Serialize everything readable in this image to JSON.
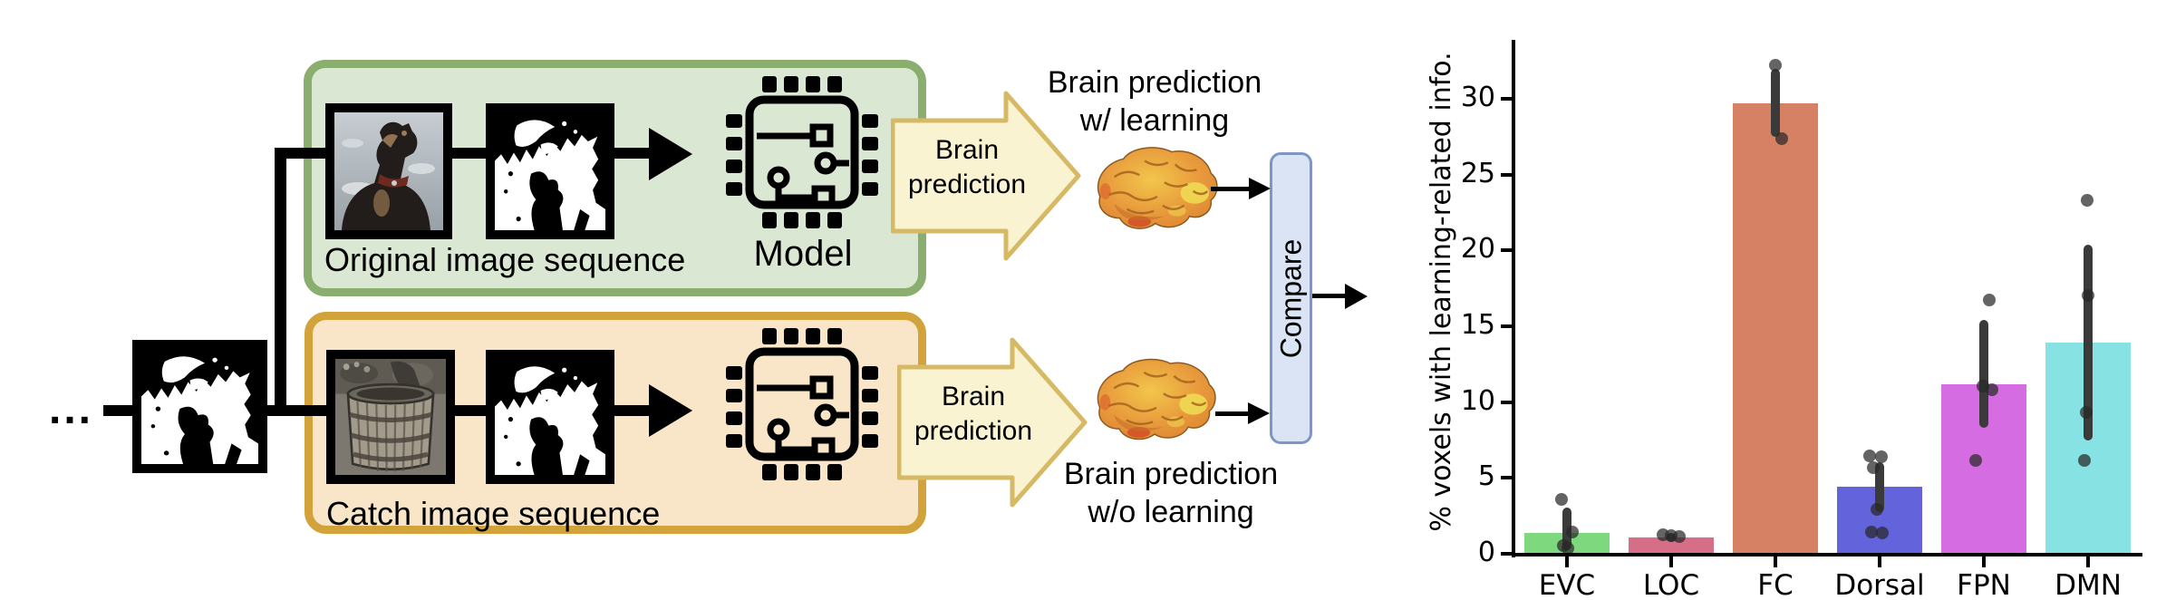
{
  "colors": {
    "original_border": "#8aae6d",
    "original_fill": "#dae8d3",
    "catch_border": "#d2a33b",
    "catch_fill": "#f9e6c9",
    "arrow_fill": "#faf3d1",
    "arrow_border": "#d6b965",
    "compare_fill": "#dbe4f5",
    "compare_border": "#7d97c5"
  },
  "diagram": {
    "ellipsis": "...",
    "original_box": {
      "label": "Original image sequence",
      "model_label": "Model"
    },
    "catch_box": {
      "label": "Catch image sequence"
    },
    "arrow_top": {
      "line1": "Brain",
      "line2": "prediction"
    },
    "arrow_bottom": {
      "line1": "Brain",
      "line2": "prediction"
    },
    "heading_top": {
      "line1": "Brain prediction",
      "line2": "w/ learning"
    },
    "heading_bottom": {
      "line1": "Brain prediction",
      "line2": "w/o learning"
    },
    "compare_label": "Compare"
  },
  "chart_data": {
    "type": "bar",
    "title": "",
    "xlabel": "",
    "ylabel": "% voxels with learning-related info.",
    "categories": [
      "EVC",
      "LOC",
      "FC",
      "Dorsal",
      "FPN",
      "DMN"
    ],
    "values": [
      1.4,
      1.1,
      29.7,
      4.4,
      11.2,
      13.9
    ],
    "bar_colors": [
      "#7ed87e",
      "#d56e86",
      "#d68064",
      "#6363dc",
      "#d66ce2",
      "#87e3e3"
    ],
    "error_bars": [
      [
        0.25,
        3.05
      ],
      [
        0.8,
        1.35
      ],
      [
        27.5,
        32.0
      ],
      [
        2.76,
        6.05
      ],
      [
        8.3,
        15.4
      ],
      [
        7.5,
        20.4
      ]
    ],
    "points": [
      [
        [
          3.58,
          -6
        ],
        [
          1.43,
          6
        ],
        [
          0.55,
          -4
        ],
        [
          0.35,
          1
        ]
      ],
      [
        [
          1.26,
          -9
        ],
        [
          1.18,
          0
        ],
        [
          1.13,
          9
        ]
      ],
      [
        [
          32.2,
          0
        ],
        [
          27.4,
          7
        ]
      ],
      [
        [
          6.45,
          -11
        ],
        [
          6.42,
          2
        ],
        [
          5.65,
          -7
        ],
        [
          2.95,
          -3
        ],
        [
          1.45,
          -9
        ],
        [
          1.35,
          3
        ]
      ],
      [
        [
          16.75,
          6
        ],
        [
          11.05,
          -1
        ],
        [
          10.8,
          9
        ],
        [
          6.15,
          -9
        ]
      ],
      [
        [
          23.3,
          -1
        ],
        [
          17.05,
          0
        ],
        [
          9.3,
          -2
        ],
        [
          6.15,
          -4
        ]
      ]
    ],
    "yticks": [
      0,
      5,
      10,
      15,
      20,
      25,
      30
    ],
    "ylim": [
      0,
      34
    ],
    "grid": false,
    "legend": null
  }
}
